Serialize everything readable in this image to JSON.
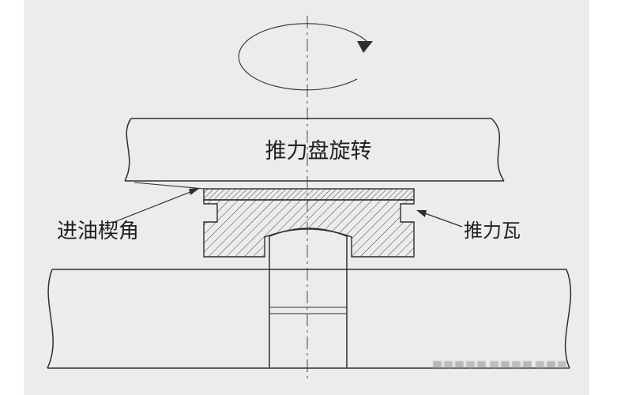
{
  "diagram": {
    "type": "engineering-schematic",
    "labels": {
      "thrust_disc_rotation": "推力盘旋转",
      "oil_inlet_wedge": "进油楔角",
      "thrust_pad": "推力瓦"
    },
    "colors": {
      "canvas_background": "#ececec",
      "page_background": "#ffffff",
      "line": "#2e2e2e",
      "text": "#1f1f1f"
    }
  }
}
